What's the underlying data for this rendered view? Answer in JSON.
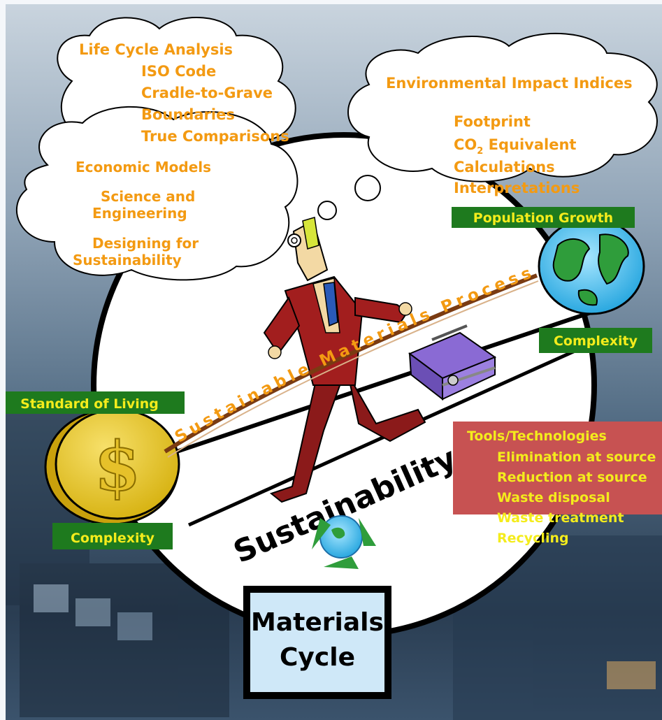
{
  "clouds": {
    "life_cycle": {
      "title": "Life Cycle Analysis",
      "items": [
        "ISO Code",
        "Cradle-to-Grave",
        "Boundaries",
        "True Comparisons"
      ]
    },
    "economic": {
      "items": [
        "Economic Models",
        "Science and",
        "Engineering",
        "Designing for",
        "Sustainability"
      ]
    },
    "environmental": {
      "title": "Environmental Impact Indices",
      "footprint": "Footprint",
      "co2_prefix": "CO",
      "co2_sub": "2",
      "co2_suffix": " Equivalent",
      "calculations": "Calculations",
      "interpretations": "Interpretations"
    }
  },
  "labels": {
    "population_growth": "Population Growth",
    "complexity_right": "Complexity",
    "standard_of_living": "Standard of Living",
    "complexity_left": "Complexity",
    "rope_text": "Sustainable Materials Processing",
    "sustainability": "Sustainability"
  },
  "tools_box": {
    "title": "Tools/Technologies",
    "items": [
      "Elimination at source",
      "Reduction at source",
      "Waste disposal",
      "Waste treatment",
      "Recycling"
    ]
  },
  "materials_cycle": {
    "line1": "Materials",
    "line2": "Cycle"
  },
  "colors": {
    "orange": "#f39a12",
    "green_label": "#1e7a1e",
    "label_text": "#f4ec1c",
    "tools_box": "#c75252",
    "materials_box": "#cfe8f8"
  }
}
